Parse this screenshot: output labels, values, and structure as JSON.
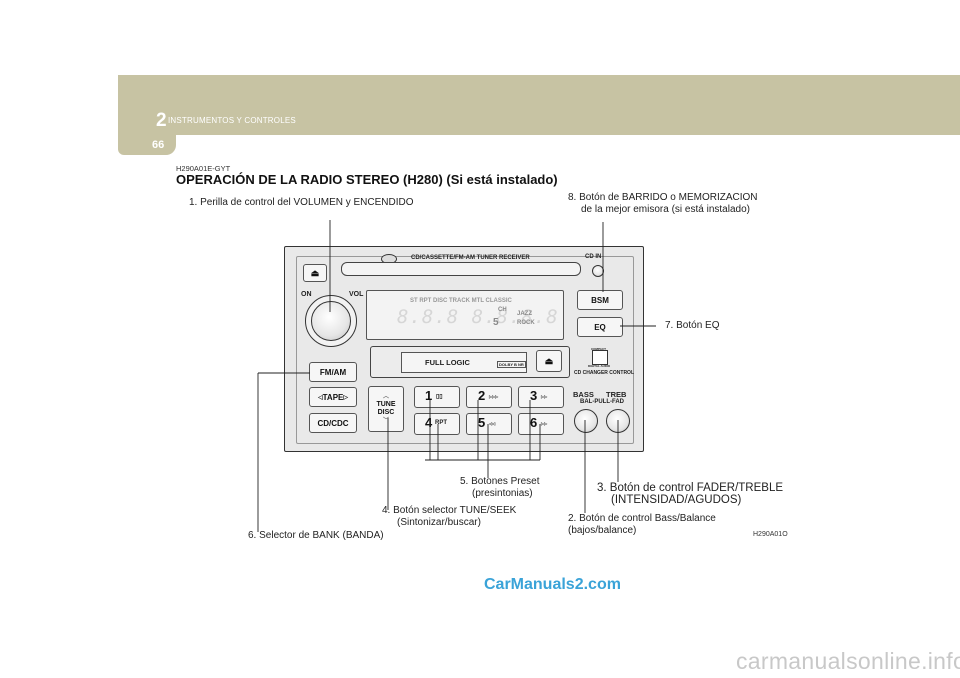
{
  "header": {
    "chapter_number": "2",
    "chapter_title": "INSTRUMENTOS Y CONTROLES",
    "page_number": "66"
  },
  "section": {
    "code": "H290A01E-GYT",
    "title": "OPERACIÓN DE LA RADIO STEREO (H280) (Si está instalado)"
  },
  "callouts": {
    "c1": "1. Perilla de control del VOLUMEN y ENCENDIDO",
    "c8_line1": "8. Botón de BARRIDO o MEMORIZACION",
    "c8_line2": "de la mejor emisora (si está instalado)",
    "c7": "7. Botón EQ",
    "c5_line1": "5. Botones Preset",
    "c5_line2": "(presintonias)",
    "c3_line1": "3. Botón de control FADER/TREBLE",
    "c3_line2": "(INTENSIDAD/AGUDOS)",
    "c4_line1": "4. Botón selector TUNE/SEEK",
    "c4_line2": "(Sintonizar/buscar)",
    "c2_line1": "2. Botón de control Bass/Balance",
    "c2_line2": "(bajos/balance)",
    "c6": "6. Selector de BANK (BANDA)"
  },
  "figure_code": "H290A01O",
  "radio": {
    "model_label": "CD/CASSETTE/FM-AM TUNER RECEIVER",
    "cd_in": "CD IN",
    "on_label": "ON",
    "vol_label": "VOL",
    "display_top": "ST  RPT  DISC  TRACK MTL CLASSIC",
    "display_ch": "CH",
    "display_jazz": "JAZZ",
    "display_rock": "ROCK",
    "display_segments": "8.8.8  8.8.8.8",
    "display_digit": "5",
    "full_logic": "FULL LOGIC",
    "dolby": "DOLBY B NR",
    "bsm": "BSM",
    "eq": "EQ",
    "cd_logo_top": "COMPACT",
    "cd_logo_bottom": "DIGITAL AUDIO",
    "cd_changer": "CD CHANGER CONTROL",
    "fm_am": "FM/AM",
    "tape": "TAPE",
    "cd_cdc": "CD/CDC",
    "tune": "TUNE",
    "disc": "DISC",
    "bass": "BASS",
    "treb": "TREB",
    "bal_pull_fad": "BAL-PULL-FAD",
    "presets": [
      {
        "num": "1",
        "sub": "▯▯"
      },
      {
        "num": "2",
        "sub": "▷▷▷"
      },
      {
        "num": "3",
        "sub": "▷▷"
      },
      {
        "num": "4",
        "sub": "RPT"
      },
      {
        "num": "5",
        "sub": "◁◁"
      },
      {
        "num": "6",
        "sub": "▷▷"
      }
    ]
  },
  "watermarks": {
    "top": "CarManuals2.com",
    "bottom": "carmanualsonline.info"
  }
}
